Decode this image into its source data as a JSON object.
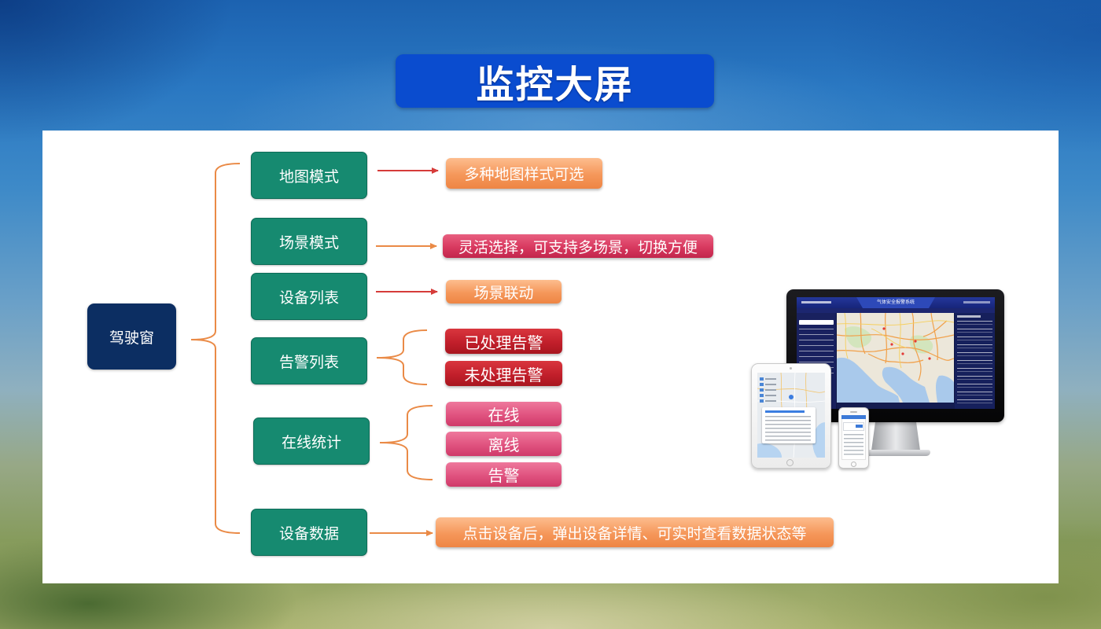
{
  "slide": {
    "title": "监控大屏"
  },
  "mindmap": {
    "root": "驾驶窗",
    "branches": [
      {
        "label": "地图模式",
        "details": [
          "多种地图样式可选"
        ]
      },
      {
        "label": "场景模式",
        "details": [
          "灵活选择，可支持多场景，切换方便"
        ]
      },
      {
        "label": "设备列表",
        "details": [
          "场景联动"
        ]
      },
      {
        "label": "告警列表",
        "details": [
          "已处理告警",
          "未处理告警"
        ]
      },
      {
        "label": "在线统计",
        "details": [
          "在线",
          "离线",
          "告警"
        ]
      },
      {
        "label": "设备数据",
        "details": [
          "点击设备后，弹出设备详情、可实时查看数据状态等"
        ]
      }
    ]
  },
  "device_preview": {
    "monitor_title": "气体安全报警系统"
  },
  "colors": {
    "title_bg": "#0a4ccf",
    "root_bg": "#0c2e62",
    "node_bg": "#168a70",
    "node_border": "#0d6c57",
    "connector": "#ea8a46",
    "arrow_red": "#d63c3a",
    "pill_orange": "#f5975a",
    "pill_rose": "#d8395f",
    "pill_pink": "#e0527f",
    "pill_red": "#c21f2b"
  }
}
